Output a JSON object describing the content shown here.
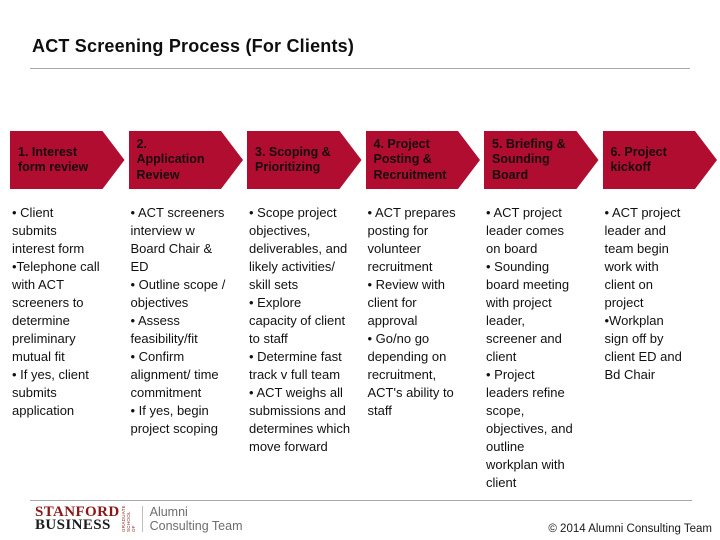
{
  "slide": {
    "title": "ACT Screening Process (For Clients)",
    "steps": [
      {
        "label": "1. Interest\nform review",
        "details": [
          "• Client\nsubmits\ninterest form",
          "•Telephone call\nwith ACT\nscreeners to\ndetermine\npreliminary\nmutual fit",
          "• If yes, client\nsubmits\napplication"
        ]
      },
      {
        "label": "2.\nApplication\nReview",
        "details": [
          "• ACT screeners\ninterview w\nBoard Chair &\nED",
          "• Outline scope /\nobjectives",
          "• Assess\nfeasibility/fit",
          "• Confirm\nalignment/ time\ncommitment",
          "• If yes, begin\nproject scoping"
        ]
      },
      {
        "label": "3. Scoping &\nPrioritizing",
        "details": [
          "• Scope project\nobjectives,\ndeliverables, and\nlikely activities/\nskill sets",
          "• Explore\ncapacity of client\nto staff",
          "• Determine fast\ntrack v full team",
          "• ACT weighs all\nsubmissions and\ndetermines which\nmove forward"
        ]
      },
      {
        "label": "4. Project\nPosting &\nRecruitment",
        "details": [
          "• ACT prepares\nposting for\nvolunteer\nrecruitment",
          "• Review with\nclient for\napproval",
          "• Go/no go\ndepending on\nrecruitment,\nACT's ability to\nstaff"
        ]
      },
      {
        "label": "5. Briefing &\nSounding\nBoard",
        "details": [
          "• ACT project\nleader comes\non board",
          "• Sounding\nboard meeting\nwith project\nleader,\nscreener and\nclient",
          "• Project\nleaders refine\nscope,\nobjectives, and\noutline\nworkplan with\nclient"
        ]
      },
      {
        "label": "6. Project\nkickoff",
        "details": [
          "• ACT project\nleader and\nteam begin\nwork with\nclient on\nproject",
          "•Workplan\nsign off by\nclient ED and\nBd Chair"
        ]
      }
    ],
    "footer": {
      "logo": {
        "school_line1": "STANFORD",
        "school_line2": "BUSINESS",
        "vertical_text": "GRADUATE SCHOOL OF",
        "org_line1": "Alumni",
        "org_line2": "Consulting Team"
      },
      "copyright": "© 2014 Alumni Consulting Team"
    },
    "colors": {
      "arrow_red": "#b00d31",
      "stanford_red": "#8c1515",
      "logo_gray": "#6d6d6d",
      "rule_gray": "#a8a8a8",
      "text_black": "#111111"
    }
  }
}
